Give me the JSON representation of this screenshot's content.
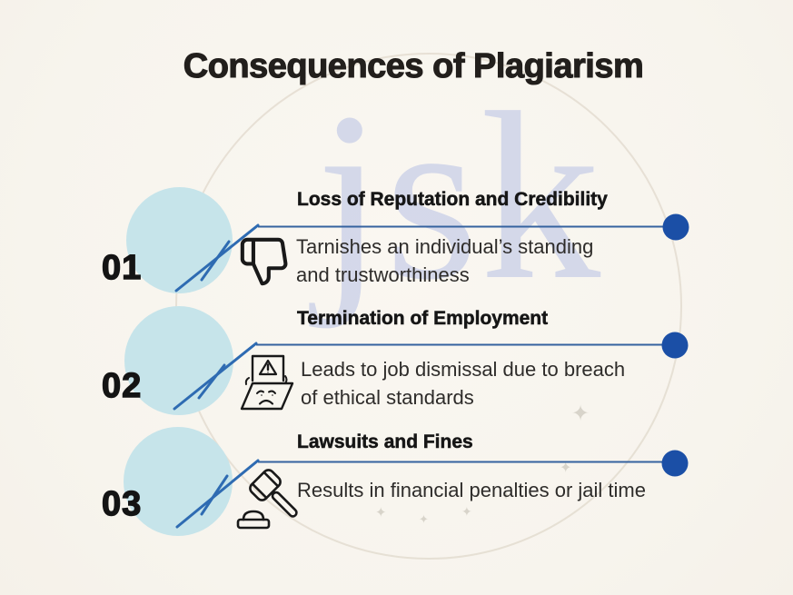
{
  "page": {
    "title": "Consequences of Plagiarism",
    "watermark": "jsk"
  },
  "colors": {
    "background": "#f7f4ed",
    "accent_dot_blue": "#1b4fa6",
    "connector_blue": "#2e6bb2",
    "bubble_fill": "#c6e4ea",
    "heading_text": "#161616",
    "body_text": "#2e2c2a",
    "watermark_tint": "#bdc5e6"
  },
  "sparkle_glyph": "✦",
  "items": [
    {
      "number": "01",
      "title": "Loss of Reputation and Credibility",
      "description_lines": [
        "Tarnishes an individual’s standing",
        "and trustworthiness"
      ],
      "icon": "thumbs-down-icon"
    },
    {
      "number": "02",
      "title": "Termination of Employment",
      "description_lines": [
        "Leads to job dismissal due to breach",
        "of ethical standards"
      ],
      "icon": "dismissal-folder-icon"
    },
    {
      "number": "03",
      "title": "Lawsuits and Fines",
      "description_lines": [
        "Results in financial penalties or jail time"
      ],
      "icon": "gavel-icon"
    }
  ]
}
